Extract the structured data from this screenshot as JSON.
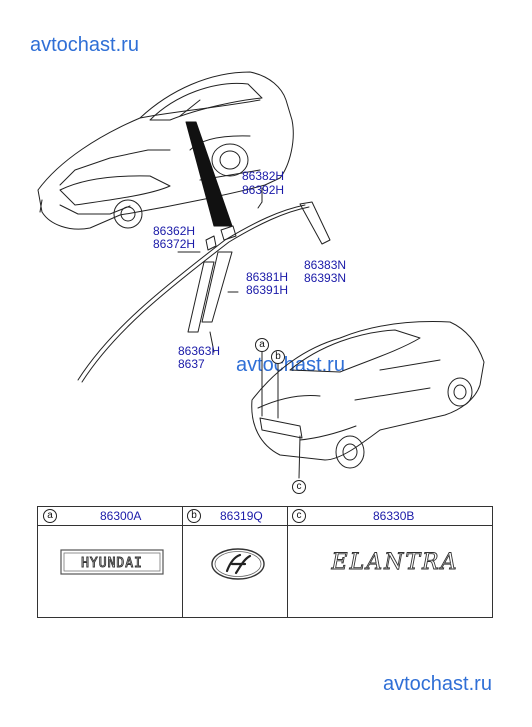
{
  "watermarks": {
    "top": "avtochast.ru",
    "middle": "avtochast.ru",
    "bottom": "avtochast.ru"
  },
  "part_numbers": {
    "roof_molding_upper": [
      "86382H",
      "86392H"
    ],
    "roof_molding_front": [
      "86362H",
      "86372H"
    ],
    "rear_corner": [
      "86383N",
      "86393N"
    ],
    "b_pillar": [
      "86381H",
      "86391H"
    ],
    "a_pillar": [
      "86363H",
      "8637"
    ]
  },
  "callouts": {
    "a": "a",
    "b": "b",
    "c": "c"
  },
  "table": {
    "cells": [
      {
        "letter": "a",
        "part": "86300A",
        "emblem": "HYUNDAI"
      },
      {
        "letter": "b",
        "part": "86319Q",
        "emblem": "hyundai-logo-icon"
      },
      {
        "letter": "c",
        "part": "86330B",
        "emblem": "ELANTRA"
      }
    ]
  },
  "colors": {
    "part_number": "#1a1aa8",
    "watermark": "#2f6fd6",
    "line": "#222222"
  }
}
